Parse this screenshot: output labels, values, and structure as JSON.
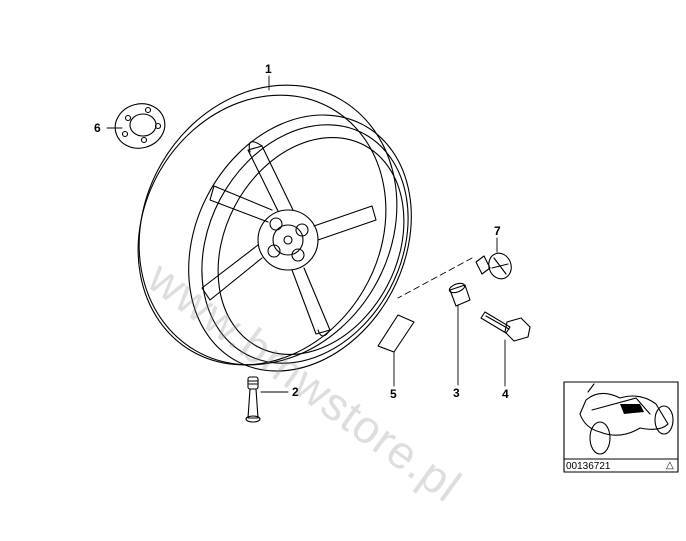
{
  "callouts": {
    "c1": "1",
    "c2": "2",
    "c3": "3",
    "c4": "4",
    "c5": "5",
    "c6": "6",
    "c7": "7"
  },
  "watermark": "www.bmwstore.pl",
  "thumbnail": {
    "part_number": "00136721"
  },
  "corner_symbol": "△"
}
